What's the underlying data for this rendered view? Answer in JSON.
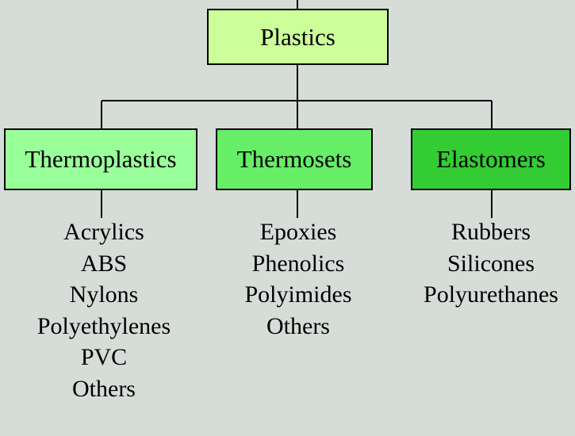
{
  "root": {
    "label": "Plastics",
    "color": "#ccff99"
  },
  "categories": [
    {
      "label": "Thermoplastics",
      "color": "#99ff99",
      "items": [
        "Acrylics",
        "ABS",
        "Nylons",
        "Polyethylenes",
        "PVC",
        "Others"
      ]
    },
    {
      "label": "Thermosets",
      "color": "#66ee66",
      "items": [
        "Epoxies",
        "Phenolics",
        "Polyimides",
        "Others"
      ]
    },
    {
      "label": "Elastomers",
      "color": "#33cc33",
      "items": [
        "Rubbers",
        "Silicones",
        "Polyurethanes"
      ]
    }
  ]
}
